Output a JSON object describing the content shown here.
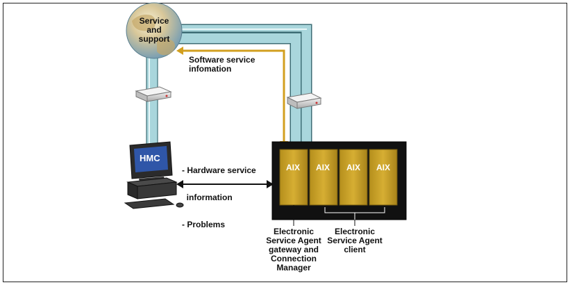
{
  "globe": {
    "line1": "Service",
    "line2": "and",
    "line3": "support"
  },
  "software_label": {
    "line1": "Software service",
    "line2": "infomation"
  },
  "hmc": {
    "screen_label": "HMC"
  },
  "hmc_labels": {
    "line1": "- Hardware service",
    "line2": "  information",
    "line3": "- Problems"
  },
  "lpars": [
    "AIX",
    "AIX",
    "AIX",
    "AIX"
  ],
  "gateway_label": [
    "Electronic",
    "Service Agent",
    "gateway and",
    "Connection",
    "Manager"
  ],
  "client_label": [
    "Electronic",
    "Service Agent",
    "client"
  ],
  "colors": {
    "lpar_fill": "#c9a227",
    "lpar_dark": "#8a6a10",
    "pipe_fill": "#a9d6dc",
    "pipe_edge": "#3d6d75",
    "arrow_gold": "#d29f1f",
    "frame_black": "#111111"
  }
}
